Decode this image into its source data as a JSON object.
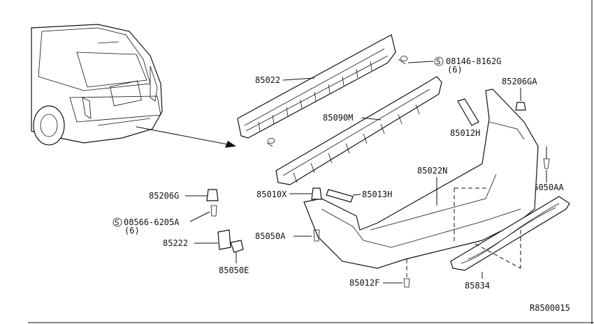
{
  "labels": {
    "p85022": "85022",
    "p08146": "08146-8162G",
    "p08146_qty": "(6)",
    "p85090m": "85090M",
    "p85206ga": "85206GA",
    "p85012h": "85012H",
    "p85050aa": "85050AA",
    "p85022n": "85022N",
    "p85206g": "85206G",
    "p85010x": "85010X",
    "p85013h": "85013H",
    "p08566": "08566-6205A",
    "p08566_qty": "(6)",
    "p85050a": "85050A",
    "p85222": "85222",
    "p85050e": "85050E",
    "p85012f": "85012F",
    "p85834": "85834",
    "drawing_number": "R8500015"
  },
  "symbols": {
    "screw_symbol": "S"
  }
}
